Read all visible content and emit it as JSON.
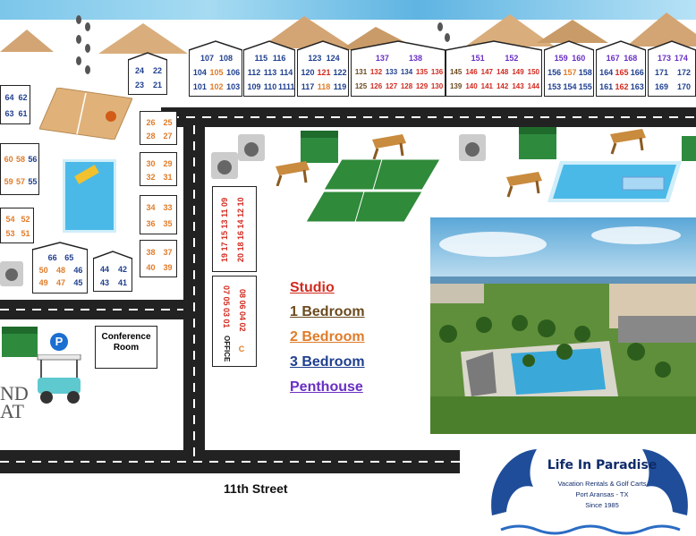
{
  "top_buildings": [
    {
      "units_row1": [
        "107",
        "108"
      ],
      "units_row2": [
        "104",
        "105",
        "106"
      ],
      "units_row3": [
        "101",
        "102",
        "103"
      ]
    },
    {
      "units_row1": [
        "115",
        "116"
      ],
      "units_row2": [
        "112",
        "113",
        "114"
      ],
      "units_row3": [
        "109",
        "110",
        "1111"
      ]
    },
    {
      "units_row1": [
        "123",
        "124"
      ],
      "units_row2": [
        "120",
        "121",
        "122"
      ],
      "units_row3": [
        "117",
        "118",
        "119"
      ]
    },
    {
      "units_row1": [
        "137",
        "138"
      ],
      "units_row2": [
        "131",
        "132",
        "133",
        "134",
        "135",
        "136"
      ],
      "units_row3": [
        "125",
        "126",
        "127",
        "128",
        "129",
        "130"
      ]
    },
    {
      "units_row1": [
        "151",
        "152"
      ],
      "units_row2": [
        "145",
        "146",
        "147",
        "148",
        "149",
        "150"
      ],
      "units_row3": [
        "139",
        "140",
        "141",
        "142",
        "143",
        "144"
      ]
    },
    {
      "units_row1": [
        "159",
        "160"
      ],
      "units_row2": [
        "156",
        "157",
        "158"
      ],
      "units_row3": [
        "153",
        "154",
        "155"
      ]
    },
    {
      "units_row1": [
        "167",
        "168"
      ],
      "units_row2": [
        "164",
        "165",
        "166"
      ],
      "units_row3": [
        "161",
        "162",
        "163"
      ]
    },
    {
      "units_row1": [
        "173",
        "174"
      ],
      "units_row2": [
        "171",
        "172"
      ],
      "units_row3": [
        "169",
        "170"
      ]
    }
  ],
  "left_units": {
    "b24": [
      "24",
      "22",
      "23",
      "21"
    ],
    "b64": [
      "64",
      "62",
      "63",
      "61"
    ],
    "b60": [
      "60",
      "58",
      "56",
      "59",
      "57",
      "55"
    ],
    "b54": [
      "54",
      "52",
      "53",
      "51"
    ],
    "b26": [
      "26",
      "25",
      "28",
      "27"
    ],
    "b30": [
      "30",
      "29",
      "32",
      "31"
    ],
    "b34": [
      "34",
      "33",
      "36",
      "35"
    ],
    "b38": [
      "38",
      "37",
      "40",
      "39"
    ],
    "b66": [
      "66",
      "65",
      "50",
      "48",
      "46",
      "49",
      "47",
      "45"
    ],
    "b44": [
      "44",
      "42",
      "43",
      "41"
    ],
    "col20": "20 18 16 14 12 10",
    "col19": "19 17 15 13 11 09",
    "col08": "08 06 04 02",
    "col08c": "C",
    "col07": "07 05 03 01",
    "col07office": "OFFICE"
  },
  "conference_room": "Conference Room",
  "parking_icon": "P",
  "legend": {
    "studio": "Studio",
    "one_bedroom": "1 Bedroom",
    "two_bedroom": "2 Bedroom",
    "three_bedroom": "3 Bedroom",
    "penthouse": "Penthouse"
  },
  "street": "11th Street",
  "brand_fragment": [
    "ND",
    "AT"
  ],
  "logo": {
    "title": "Life In Paradise",
    "line1": "Vacation Rentals & Golf Carts",
    "line2": "Port Aransas - TX",
    "line3": "Since 1985"
  },
  "colors": {
    "studio": "#d22a1f",
    "one_bedroom": "#6b4a1f",
    "two_bedroom": "#e07c2a",
    "three_bedroom": "#1f3f8f",
    "penthouse": "#6a2fc4",
    "road": "#222222",
    "court": "#2f8a3a",
    "pool": "#49b8e6",
    "dumpster": "#2e8b3e"
  },
  "icons": [
    "footprints-icon",
    "basketball-court-icon",
    "pool-icon",
    "washer-icon",
    "dumpster-icon",
    "picnic-table-icon",
    "tennis-court-icon",
    "golf-cart-icon",
    "parking-icon",
    "dolphin-icon"
  ]
}
